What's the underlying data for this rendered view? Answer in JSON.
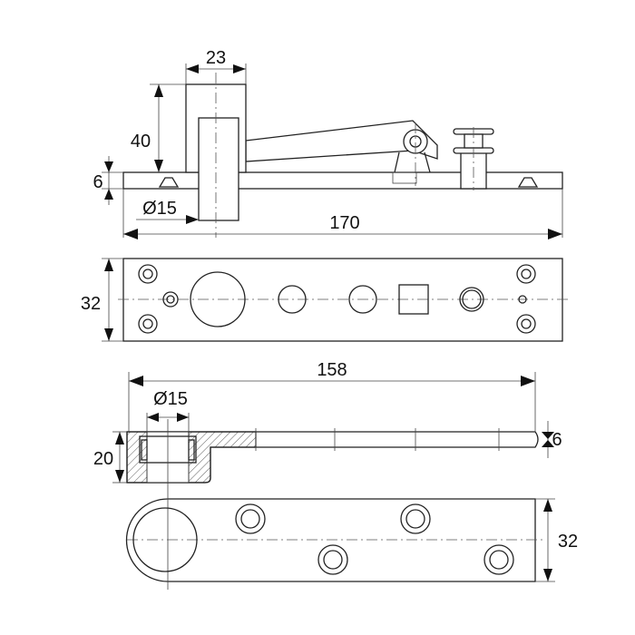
{
  "top_view": {
    "width_23": "23",
    "height_40": "40",
    "plate_6": "6",
    "pin_dia": "Ø15",
    "length_170": "170"
  },
  "plan_view": {
    "width_32": "32"
  },
  "arm_section": {
    "length_158": "158",
    "bore_dia": "Ø15",
    "height_20": "20",
    "plate_6": "6"
  },
  "arm_plan": {
    "width_32": "32"
  }
}
